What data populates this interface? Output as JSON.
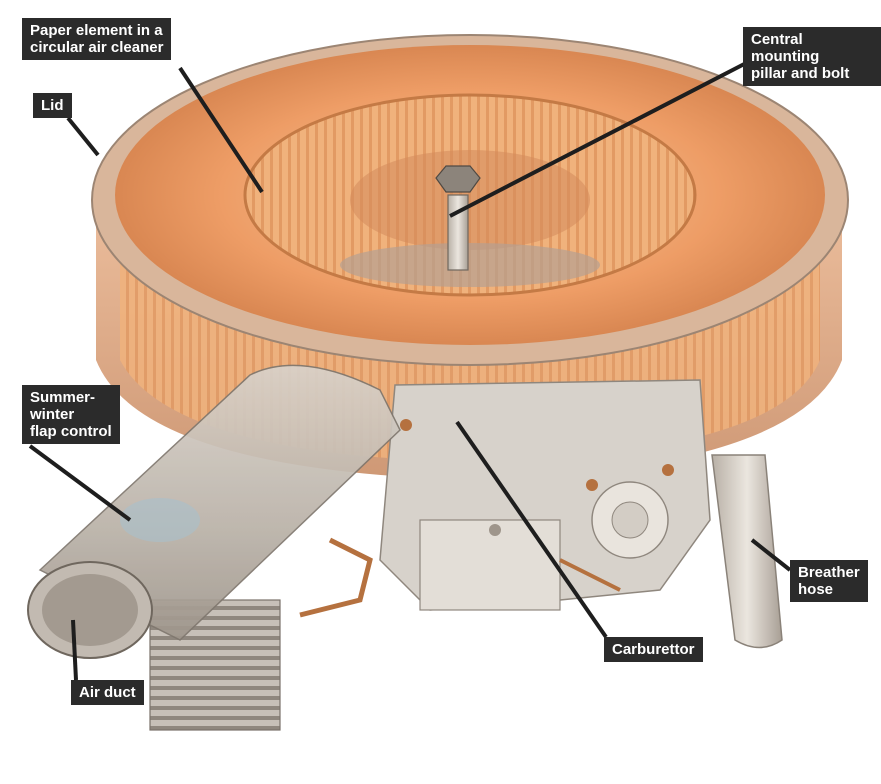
{
  "labels": {
    "paper_element": "Paper element in a\ncircular air cleaner",
    "central_pillar": "Central mounting\npillar and bolt",
    "lid": "Lid",
    "flap_control": "Summer-\nwinter\nflap control",
    "breather_hose": "Breather\nhose",
    "carburettor": "Carburettor",
    "air_duct": "Air duct"
  },
  "colors": {
    "label_bg": "#2b2b2b",
    "label_text": "#ffffff",
    "leader": "#1e1e1e",
    "filter_orange": "#e9a36d",
    "metal": "#c9c2b9"
  }
}
